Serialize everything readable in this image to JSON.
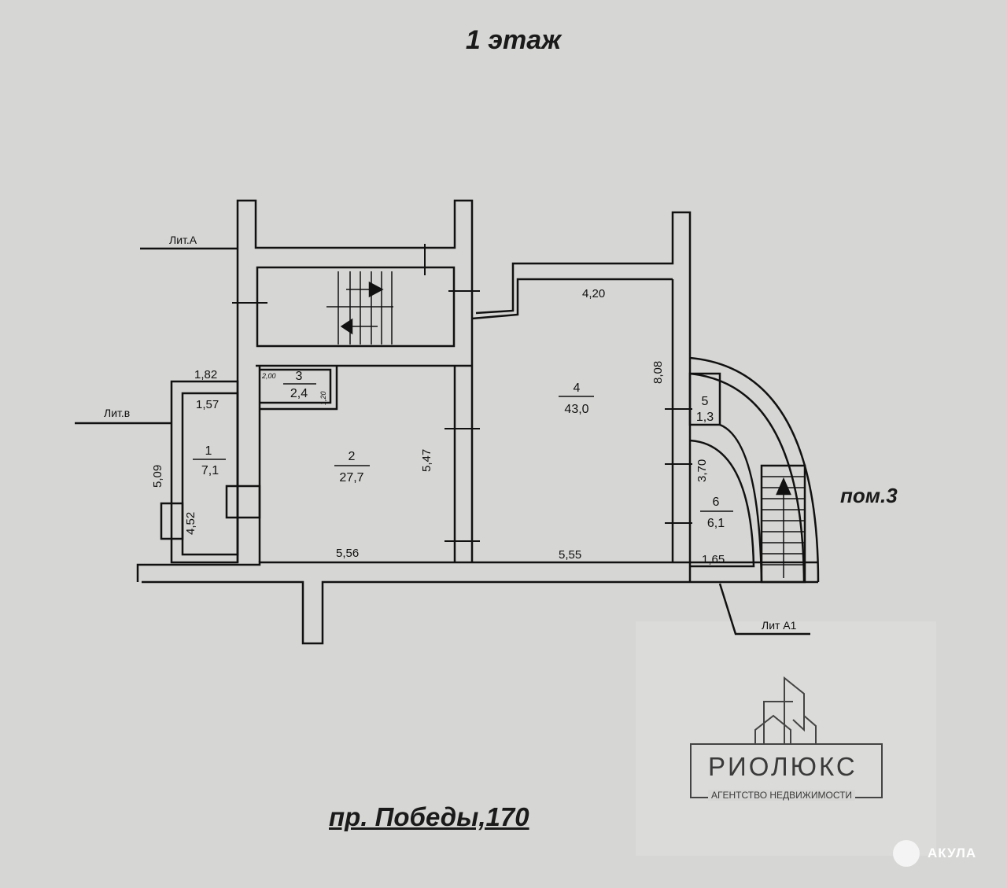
{
  "header": {
    "title": "1 этаж"
  },
  "plan": {
    "labels": {
      "lit_a": "Лит.А",
      "lit_v": "Лит.в",
      "lit_a1": "Лит А1",
      "pom": "пом.3"
    },
    "rooms": [
      {
        "number": "1",
        "area": "7,1"
      },
      {
        "number": "2",
        "area": "27,7"
      },
      {
        "number": "3",
        "area": "2,4"
      },
      {
        "number": "4",
        "area": "43,0"
      },
      {
        "number": "5",
        "area": "1,3"
      },
      {
        "number": "6",
        "area": "6,1"
      }
    ],
    "dimensions": {
      "d182": "1,82",
      "d157": "1,57",
      "d509": "5,09",
      "d452": "4,52",
      "d556": "5,56",
      "d547": "5,47",
      "d200": "2,00",
      "d120": "1,20",
      "d420": "4,20",
      "d808": "8,08",
      "d555": "5,55",
      "d370": "3,70",
      "d165": "1,65"
    }
  },
  "footer": {
    "address": "пр. Победы,170"
  },
  "watermark": {
    "brand": "РИОЛЮКС",
    "subtitle": "АГЕНТСТВО НЕДВИЖИМОСТИ",
    "source": "АКУЛА"
  }
}
